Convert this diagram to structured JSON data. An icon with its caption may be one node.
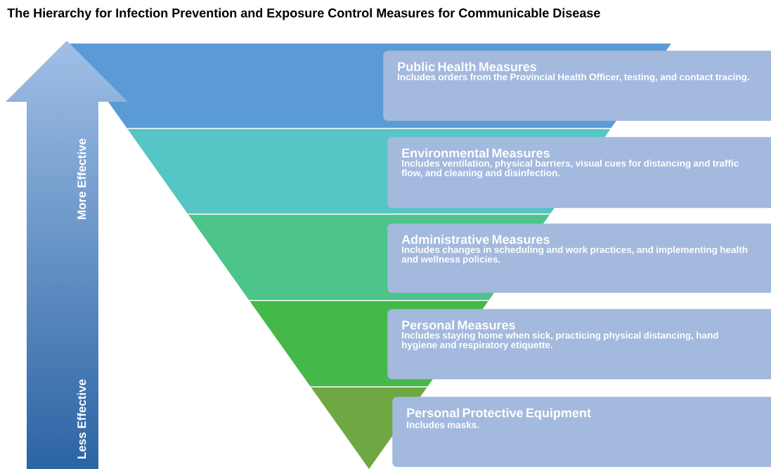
{
  "diagram": {
    "title": "The Hierarchy for Infection Prevention and Exposure Control Measures for Communicable Disease",
    "nodes": [
      {
        "text": [
          "Public Health Measures",
          "Includes orders from the Provincial Health Officer, testing, and contact tracing."
        ]
      },
      {
        "text": [
          "Environmental Measures",
          "Includes ventilation, physical barriers, visual cues for distancing and traffic flow, and cleaning and disinfection."
        ]
      },
      {
        "text": [
          "Administrative Measures",
          "Includes changes in scheduling and work practices, and implementing health and wellness policies."
        ]
      },
      {
        "text": [
          "Personal Measures",
          "Includes staying home when sick, practicing physical distancing, hand hygiene and respiratory etiquette."
        ]
      },
      {
        "text": [
          "Personal Protective Equipment",
          "Includes masks."
        ]
      }
    ],
    "labels": [
      "More Effective",
      "Less Effective"
    ]
  }
}
